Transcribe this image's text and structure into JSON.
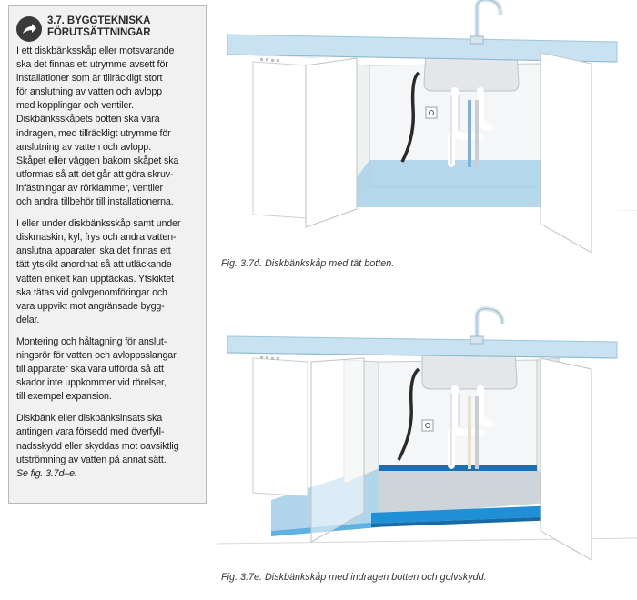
{
  "sidebar": {
    "heading_line1": "3.7. BYGGTEKNISKA",
    "heading_line2": "FÖRUTSÄTTNINGAR",
    "paragraphs": [
      [
        "I ett diskbänksskåp eller motsvarande",
        "ska det finnas ett utrymme avsett för",
        "installationer som är tillräckligt stort",
        "för anslutning av vatten och avlopp",
        "med kopplingar och ventiler.",
        "Diskbänksskåpets botten ska vara",
        "indragen, med tillräckligt utrymme för",
        "anslutning av vatten och avlopp.",
        "Skåpet eller väggen bakom skåpet ska",
        "utformas så att det går att göra skruv-",
        "infästningar av rörklammer, ventiler",
        "och andra tillbehör till installationerna."
      ],
      [
        "I eller under diskbänksskåp samt under",
        "diskmaskin, kyl, frys och andra vatten-",
        "anslutna apparater, ska det finnas ett",
        "tätt ytskikt anordnat så att utläckande",
        "vatten enkelt kan upptäckas. Ytskiktet",
        "ska tätas vid golvgenomföringar och",
        "vara uppvikt mot angränsade bygg-",
        "delar."
      ],
      [
        "Montering och håltagning för anslut-",
        "ningsrör för vatten och avloppsslangar",
        "till apparater ska vara utförda så att",
        "skador inte uppkommer vid rörelser,",
        "till exempel expansion."
      ],
      [
        "Diskbänk eller diskbänksinsats ska",
        "antingen vara försedd med överfyll-",
        "nadsskydd eller skyddas mot oavsiktlig",
        "utströmning av vatten på annat sätt."
      ]
    ],
    "see_ref": "Se fig. 3.7d–e."
  },
  "figures": [
    {
      "caption": "Fig. 3.7d. Diskbänkskåp med tät botten."
    },
    {
      "caption": "Fig. 3.7e. Diskbänkskåp med indragen botten och golvskydd."
    }
  ],
  "colors": {
    "water_blue": "#8fc3e0",
    "floor_blue": "#1f8fd6",
    "countertop": "#c9e2f1",
    "badge": "#3a3a3a"
  }
}
